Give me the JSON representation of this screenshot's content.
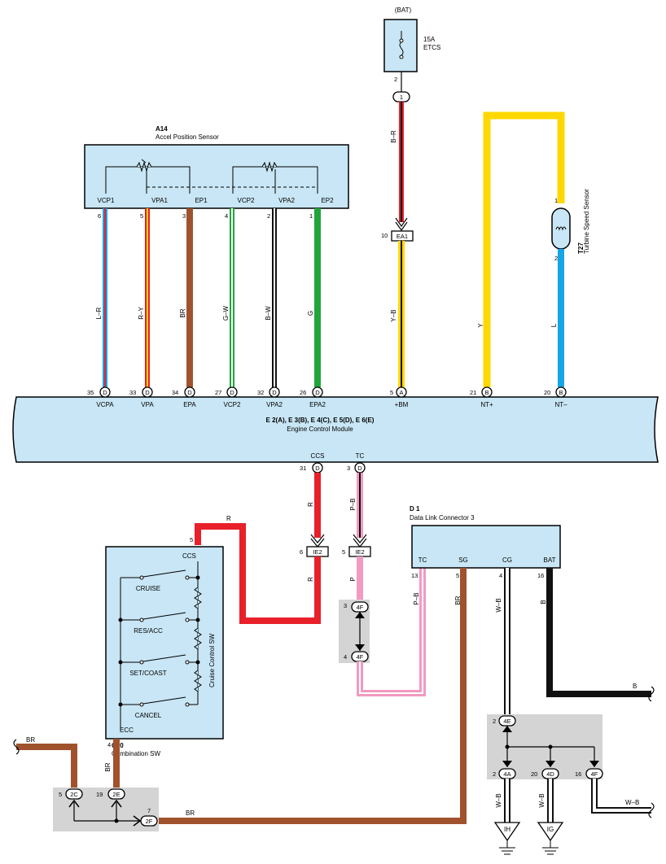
{
  "battery": {
    "label": "(BAT)",
    "fuse_rating": "15A",
    "fuse_name": "ETCS",
    "fuse_pin": "2"
  },
  "j1": {
    "label": "1"
  },
  "ea1": {
    "label": "EA1",
    "pin": "10"
  },
  "sensor_a14": {
    "code": "A14",
    "name": "Accel Position Sensor",
    "pins": [
      {
        "name": "VCP1",
        "num": "6",
        "wire": "L–R"
      },
      {
        "name": "VPA1",
        "num": "5",
        "wire": "R–Y"
      },
      {
        "name": "EP1",
        "num": "3",
        "wire": "BR"
      },
      {
        "name": "VCP2",
        "num": "4",
        "wire": "G–W"
      },
      {
        "name": "VPA2",
        "num": "2",
        "wire": "B–W"
      },
      {
        "name": "EP2",
        "num": "1",
        "wire": "G"
      }
    ]
  },
  "turbine": {
    "code": "T27",
    "name": "Turbine Speed Sensor",
    "pin_top": "1",
    "pin_bottom": "2"
  },
  "ecm": {
    "title": "E 2(A), E 3(B), E 4(C), E 5(D), E 6(E)",
    "name": "Engine Control Module",
    "top_pins": [
      {
        "num": "35",
        "conn": "D",
        "name": "VCPA"
      },
      {
        "num": "33",
        "conn": "D",
        "name": "VPA"
      },
      {
        "num": "34",
        "conn": "D",
        "name": "EPA"
      },
      {
        "num": "27",
        "conn": "D",
        "name": "VCP2"
      },
      {
        "num": "32",
        "conn": "D",
        "name": "VPA2"
      },
      {
        "num": "26",
        "conn": "D",
        "name": "EPA2"
      },
      {
        "num": "5",
        "conn": "A",
        "name": "+BM"
      },
      {
        "num": "21",
        "conn": "B",
        "name": "NT+"
      },
      {
        "num": "20",
        "conn": "B",
        "name": "NT–"
      }
    ],
    "bottom_pins": [
      {
        "num": "31",
        "conn": "D",
        "name": "CCS"
      },
      {
        "num": "3",
        "conn": "D",
        "name": "TC"
      }
    ]
  },
  "wires": {
    "br": "B–R",
    "yb": "Y–B",
    "y": "Y",
    "l": "L",
    "r": "R",
    "pb": "P–B",
    "p": "P",
    "wb": "W–B",
    "b": "B",
    "brown": "BR"
  },
  "ie2": {
    "label": "IE2",
    "pin_left": "6",
    "pin_right": "5"
  },
  "j4f": {
    "label": "4F",
    "pin_top": "3",
    "pin_bottom": "4",
    "pin_right": "16"
  },
  "dlc": {
    "code": "D 1",
    "name": "Data Link Connector 3",
    "pins": [
      {
        "name": "TC",
        "num": "13"
      },
      {
        "name": "SG",
        "num": "5"
      },
      {
        "name": "CG",
        "num": "4"
      },
      {
        "name": "BAT",
        "num": "16"
      }
    ]
  },
  "combo": {
    "code": "C10",
    "name": "Combination SW",
    "inner_name": "Cruise Control SW",
    "ccs_label": "CCS",
    "ccs_pin": "5",
    "ecc_label": "ECC",
    "ecc_pin": "4",
    "switches": [
      "CRUISE",
      "RES/ACC",
      "SET/COAST",
      "CANCEL"
    ]
  },
  "junctions": {
    "j2c": {
      "label": "2C",
      "pin": "5"
    },
    "j2e": {
      "label": "2E",
      "pin": "19"
    },
    "j2f": {
      "label": "2F",
      "pin": "7"
    },
    "j4e": {
      "label": "4E",
      "pin": "2"
    },
    "j4a": {
      "label": "4A",
      "pin": "2"
    },
    "j4d": {
      "label": "4D",
      "pin": "20"
    }
  },
  "grounds": {
    "ih": "IH",
    "ig": "IG"
  },
  "colors": {
    "panel": "#c8e6f5",
    "red": "#e8202a",
    "yellow": "#ffd800",
    "blue": "#16a6e6",
    "brown": "#a0522d",
    "green": "#21a63c",
    "pink": "#f29ac0",
    "black": "#111111"
  }
}
